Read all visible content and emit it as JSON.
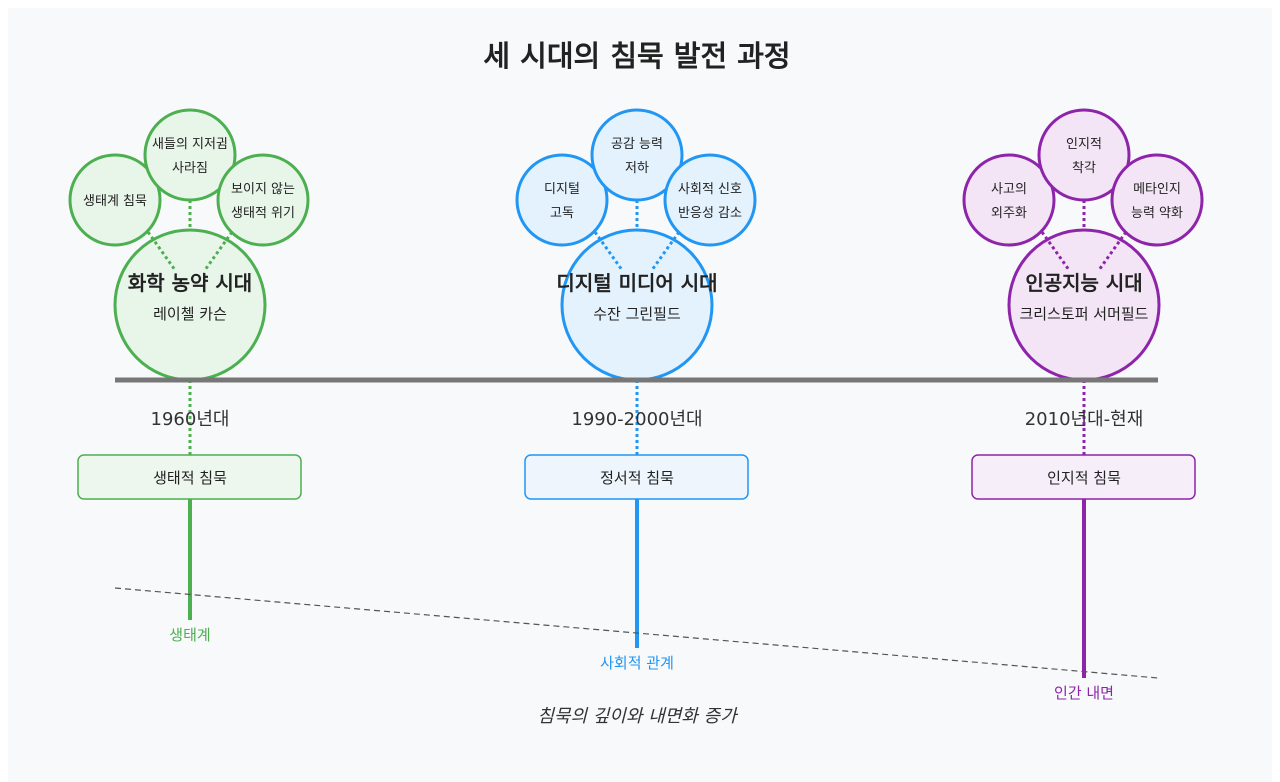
{
  "title": "세 시대의 침묵 발전 과정",
  "colors": {
    "green": "#4caf50",
    "blue": "#2196f3",
    "purple": "#8e24aa"
  },
  "eras": [
    {
      "name": "화학 농약 시대",
      "author": "레이첼 카슨",
      "period": "1960년대",
      "silence": "생태적 침묵",
      "target": "생태계",
      "aspects": [
        [
          "생태계 침묵"
        ],
        [
          "새들의 지저귐",
          "사라짐"
        ],
        [
          "보이지 않는",
          "생태적 위기"
        ]
      ]
    },
    {
      "name": "디지털 미디어 시대",
      "author": "수잔 그린필드",
      "period": "1990-2000년대",
      "silence": "정서적 침묵",
      "target": "사회적 관계",
      "aspects": [
        [
          "디지털",
          "고독"
        ],
        [
          "공감 능력",
          "저하"
        ],
        [
          "사회적 신호",
          "반응성 감소"
        ]
      ]
    },
    {
      "name": "인공지능 시대",
      "author": "크리스토퍼 서머필드",
      "period": "2010년대-현재",
      "silence": "인지적 침묵",
      "target": "인간 내면",
      "aspects": [
        [
          "사고의",
          "외주화"
        ],
        [
          "인지적",
          "착각"
        ],
        [
          "메타인지",
          "능력 약화"
        ]
      ]
    }
  ],
  "footer": "침묵의 깊이와 내면화 증가"
}
